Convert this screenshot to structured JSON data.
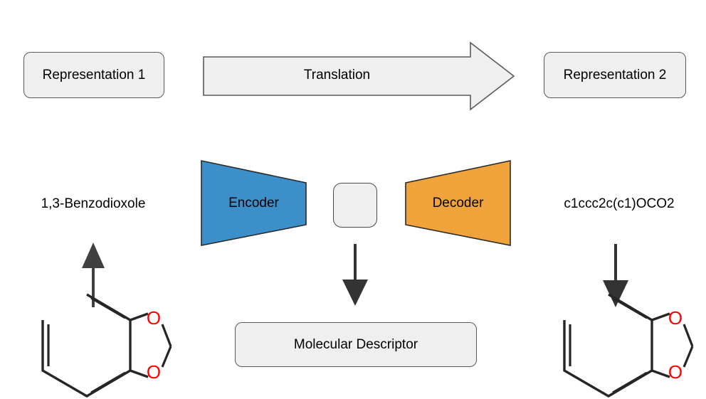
{
  "diagram": {
    "title_row": {
      "representation_1": "Representation 1",
      "translation": "Translation",
      "representation_2": "Representation 2"
    },
    "model": {
      "encoder": "Encoder",
      "latent": "",
      "decoder": "Decoder",
      "descriptor": "Molecular Descriptor"
    },
    "left_example": {
      "name": "1,3-Benzodioxole",
      "molecule_atom_labels": [
        "O",
        "O"
      ]
    },
    "right_example": {
      "smiles": "c1ccc2c(c1)OCO2",
      "molecule_atom_labels": [
        "O",
        "O"
      ]
    },
    "colors": {
      "encoder_fill": "#3d8fc9",
      "decoder_fill": "#efa33a",
      "box_fill": "#efefef",
      "box_stroke": "#5a5a5a",
      "arrow_gray": "#404040",
      "bond_black": "#262626",
      "oxygen_red": "#ff0000"
    },
    "icons": {
      "translation_arrow": "right-block-arrow-icon",
      "up_arrow": "up-arrow-icon",
      "down_arrow_center": "down-arrow-icon",
      "down_arrow_right": "down-arrow-icon"
    }
  }
}
